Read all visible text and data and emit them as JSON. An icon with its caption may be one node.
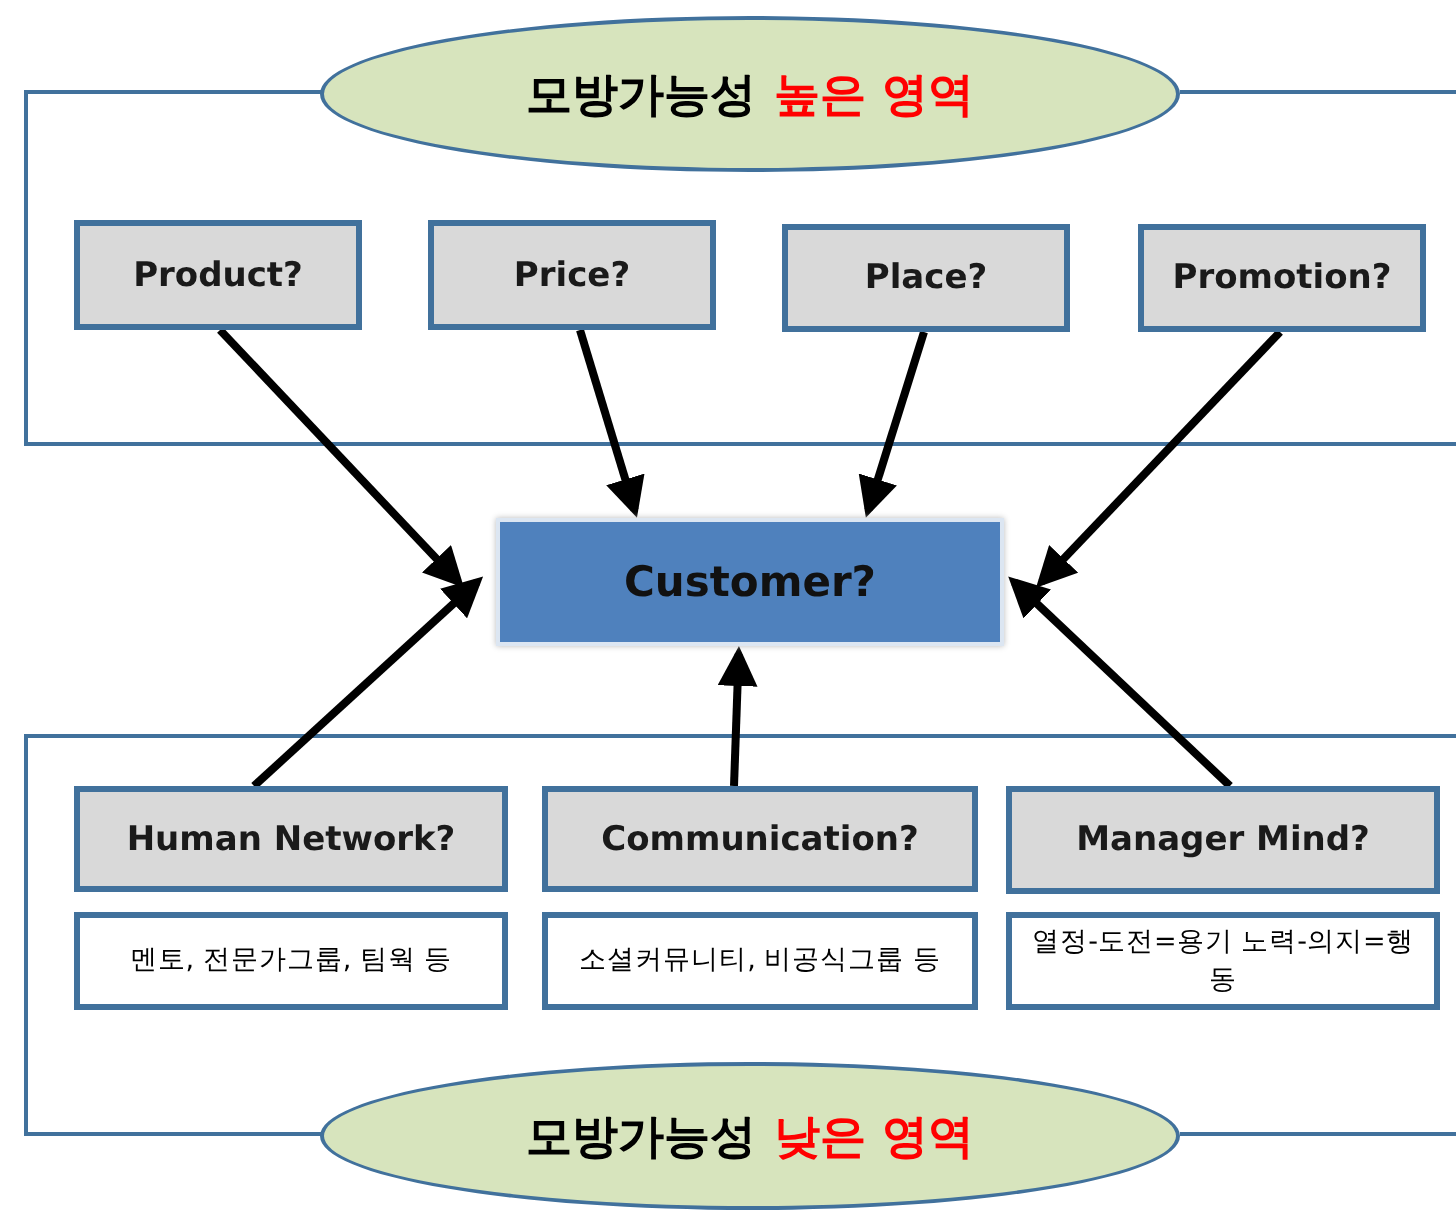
{
  "diagram": {
    "nodes": [
      {
        "text": [
          "모방가능성",
          "높은 영역"
        ]
      },
      {
        "text": [
          "Product?"
        ]
      },
      {
        "text": [
          "Price?"
        ]
      },
      {
        "text": [
          "Place?"
        ]
      },
      {
        "text": [
          "Promotion?"
        ]
      },
      {
        "text": [
          "Customer?"
        ]
      },
      {
        "text": [
          "Human Network?"
        ]
      },
      {
        "text": [
          "Communication?"
        ]
      },
      {
        "text": [
          "Manager Mind?"
        ]
      },
      {
        "text": [
          "멘토, 전문가그룹, 팀웍 등"
        ]
      },
      {
        "text": [
          "소셜커뮤니티, 비공식그룹 등"
        ]
      },
      {
        "text": [
          "열정-도전=용기 노력-의지=행동"
        ]
      },
      {
        "text": [
          "모방가능성",
          "낮은 영역"
        ]
      }
    ],
    "edges": [
      {
        "from": 1,
        "to": 5,
        "arrow": "to"
      },
      {
        "from": 2,
        "to": 5,
        "arrow": "to"
      },
      {
        "from": 3,
        "to": 5,
        "arrow": "to"
      },
      {
        "from": 4,
        "to": 5,
        "arrow": "to"
      },
      {
        "from": 6,
        "to": 5,
        "arrow": "to"
      },
      {
        "from": 7,
        "to": 5,
        "arrow": "to"
      },
      {
        "from": 8,
        "to": 5,
        "arrow": "to"
      }
    ]
  }
}
